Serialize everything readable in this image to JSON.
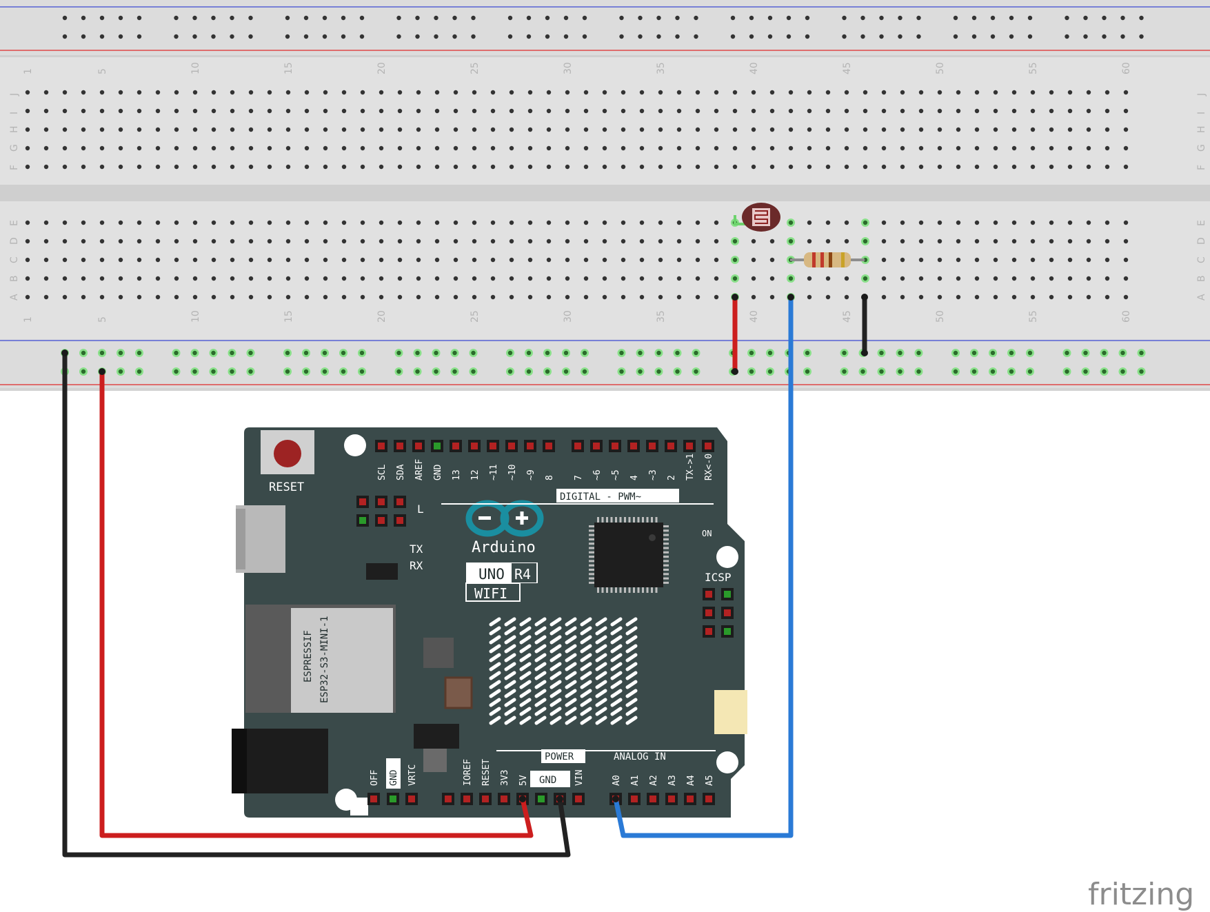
{
  "breadboard": {
    "columns": 60,
    "column_labels": [
      "1",
      "5",
      "10",
      "15",
      "20",
      "25",
      "30",
      "35",
      "40",
      "45",
      "50",
      "55",
      "60"
    ],
    "rows_top": [
      "J",
      "I",
      "H",
      "G",
      "F"
    ],
    "rows_bottom": [
      "E",
      "D",
      "C",
      "B",
      "A"
    ]
  },
  "board": {
    "reset_label": "RESET",
    "brand": "Arduino",
    "model": "UNO",
    "revision": "R4",
    "variant": "WIFI",
    "module_line1": "ESPRESSIF",
    "module_line2": "ESP32-S3-MINI-1",
    "digital_label": "DIGITAL - PWM~",
    "power_label": "POWER",
    "analog_label": "ANALOG IN",
    "gnd_label": "GND",
    "icsp_label": "ICSP",
    "on_label": "ON",
    "tx_label": "TX",
    "rx_label": "RX",
    "l_label": "L",
    "digital_pins": [
      "SCL",
      "SDA",
      "AREF",
      "GND",
      "13",
      "12",
      "~11",
      "~10",
      "~9",
      "8",
      "7",
      "~6",
      "~5",
      "4",
      "~3",
      "2",
      "TX->1",
      "RX<-0"
    ],
    "power_pins": [
      "IOREF",
      "RESET",
      "3V3",
      "5V",
      "GND",
      "VIN"
    ],
    "analog_pins": [
      "A0",
      "A1",
      "A2",
      "A3",
      "A4",
      "A5"
    ],
    "battery_pins": [
      "OFF",
      "GND",
      "VRTC"
    ]
  },
  "components": [
    {
      "name": "photoresistor",
      "column": 39,
      "column_end": 42,
      "row": "E"
    },
    {
      "name": "resistor",
      "column": 42,
      "column_end": 46,
      "row": "C"
    }
  ],
  "wires": [
    {
      "name": "red-5v",
      "color": "#cc1e1e"
    },
    {
      "name": "black-gnd",
      "color": "#222222"
    },
    {
      "name": "blue-a0",
      "color": "#2a7ad6"
    }
  ],
  "watermark": "fritzing"
}
